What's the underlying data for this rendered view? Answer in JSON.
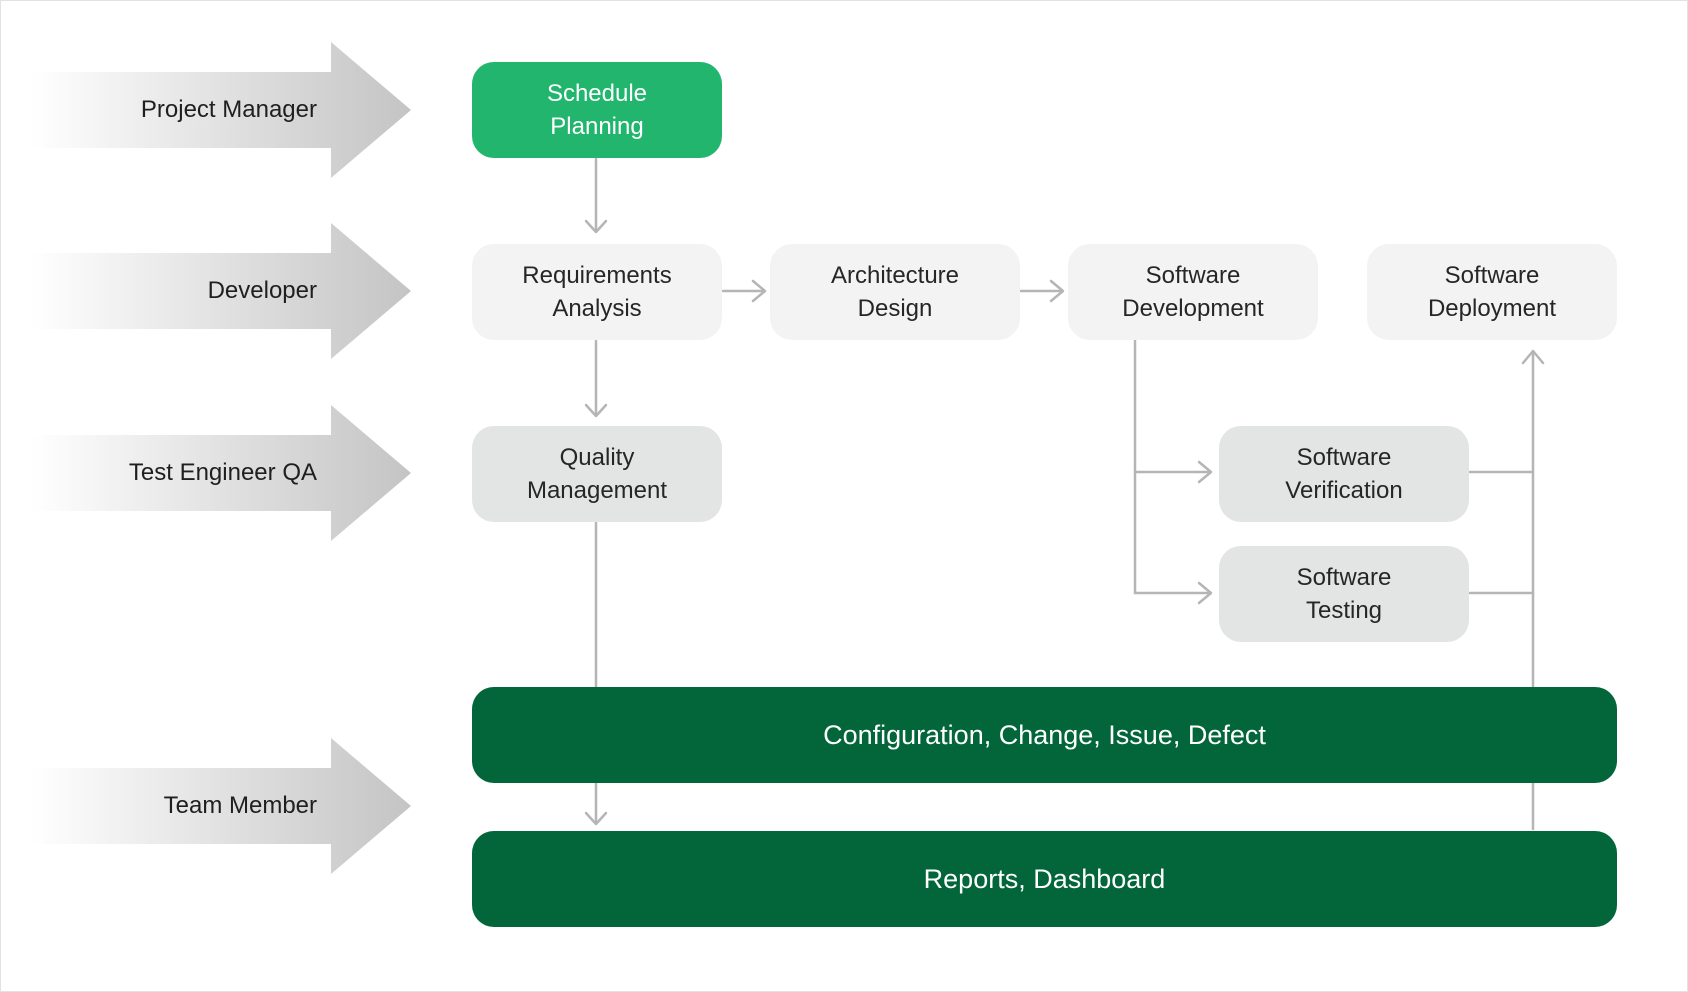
{
  "roles": [
    {
      "label": "Project Manager"
    },
    {
      "label": "Developer"
    },
    {
      "label": "Test Engineer QA"
    },
    {
      "label": "Team Member"
    }
  ],
  "nodes": {
    "schedule_planning": "Schedule\nPlanning",
    "requirements_analysis": "Requirements\nAnalysis",
    "architecture_design": "Architecture\nDesign",
    "software_development": "Software\nDevelopment",
    "software_deployment": "Software\nDeployment",
    "quality_management": "Quality\nManagement",
    "software_verification": "Software\nVerification",
    "software_testing": "Software\nTesting",
    "configuration_bar": "Configuration, Change, Issue, Defect",
    "reports_bar": "Reports, Dashboard"
  },
  "colors": {
    "primary_green": "#21b56d",
    "dark_green": "#03663a",
    "light_box": "#f3f3f3",
    "qa_box": "#e2e5e3",
    "connector": "#b5b5b5"
  }
}
